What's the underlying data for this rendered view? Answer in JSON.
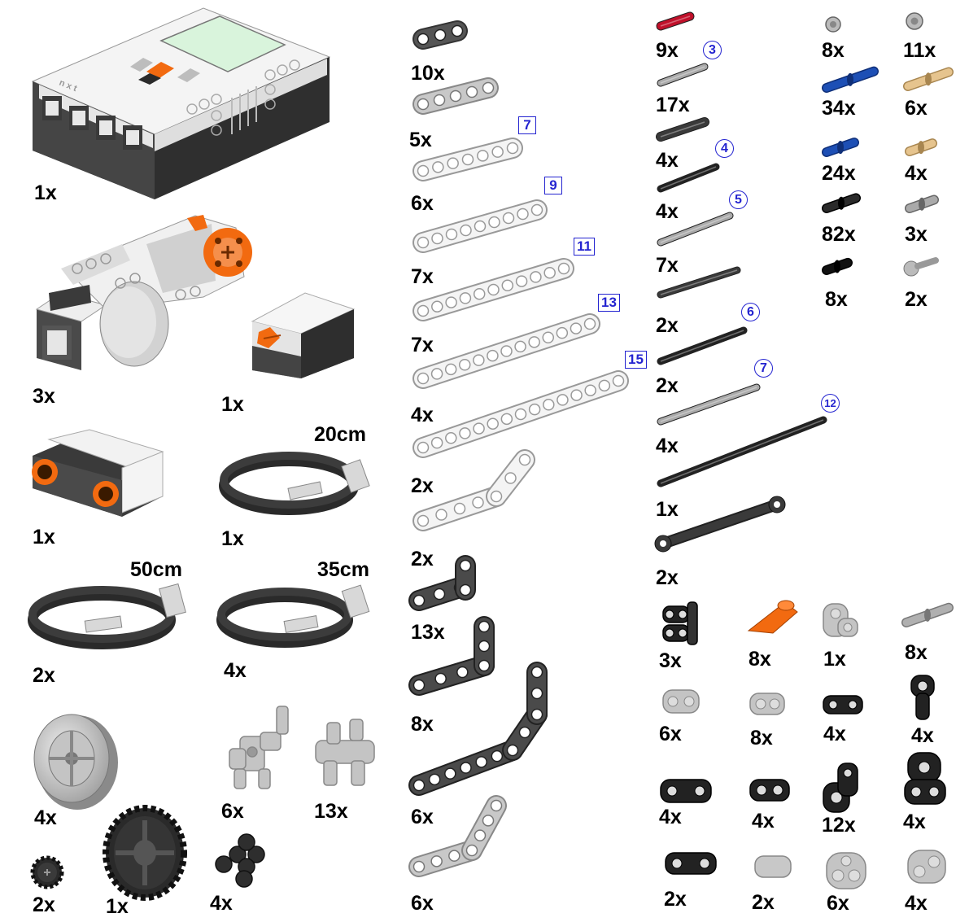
{
  "nxt_logo": "nxt",
  "quantities": [
    {
      "key": "nxt_brick",
      "label": "1x"
    },
    {
      "key": "servo_motor",
      "label": "3x"
    },
    {
      "key": "touch_sensor",
      "label": "1x"
    },
    {
      "key": "ultrasonic_sensor",
      "label": "1x"
    },
    {
      "key": "cable_20",
      "label": "1x"
    },
    {
      "key": "cable_50",
      "label": "2x"
    },
    {
      "key": "cable_35",
      "label": "4x"
    },
    {
      "key": "wheel_hub",
      "label": "4x"
    },
    {
      "key": "connector_3x",
      "label": "6x"
    },
    {
      "key": "connector_double",
      "label": "13x"
    },
    {
      "key": "gear_12",
      "label": "2x"
    },
    {
      "key": "gear_40",
      "label": "1x"
    },
    {
      "key": "cross_block_4",
      "label": "4x"
    },
    {
      "key": "beam_3",
      "label": "10x"
    },
    {
      "key": "beam_5",
      "label": "5x"
    },
    {
      "key": "beam_7",
      "label": "6x"
    },
    {
      "key": "beam_9",
      "label": "7x"
    },
    {
      "key": "beam_11",
      "label": "7x"
    },
    {
      "key": "beam_13",
      "label": "4x"
    },
    {
      "key": "beam_15",
      "label": "2x"
    },
    {
      "key": "beam_bent_white",
      "label": "2x"
    },
    {
      "key": "beam_l_small",
      "label": "13x"
    },
    {
      "key": "beam_l_large",
      "label": "8x"
    },
    {
      "key": "beam_bent_dark",
      "label": "6x"
    },
    {
      "key": "beam_bent_grey",
      "label": "6x"
    },
    {
      "key": "axle_2",
      "label": "9x"
    },
    {
      "key": "axle_3",
      "label": "17x"
    },
    {
      "key": "axle_pin_dark",
      "label": "4x"
    },
    {
      "key": "axle_4",
      "label": "4x"
    },
    {
      "key": "axle_5",
      "label": "7x"
    },
    {
      "key": "axle_black_short",
      "label": "2x"
    },
    {
      "key": "axle_6",
      "label": "2x"
    },
    {
      "key": "axle_7",
      "label": "4x"
    },
    {
      "key": "axle_12",
      "label": "1x"
    },
    {
      "key": "link_arm",
      "label": "2x"
    },
    {
      "key": "bush",
      "label": "8x"
    },
    {
      "key": "bush_half",
      "label": "11x"
    },
    {
      "key": "pin_blue_long",
      "label": "34x"
    },
    {
      "key": "pin_tan_long",
      "label": "6x"
    },
    {
      "key": "pin_blue",
      "label": "24x"
    },
    {
      "key": "pin_tan",
      "label": "4x"
    },
    {
      "key": "pin_black",
      "label": "82x"
    },
    {
      "key": "pin_grey",
      "label": "3x"
    },
    {
      "key": "pin_black_short",
      "label": "8x"
    },
    {
      "key": "ball_pin",
      "label": "2x"
    },
    {
      "key": "double_connector_cross",
      "label": "3x"
    },
    {
      "key": "orange_horn",
      "label": "8x"
    },
    {
      "key": "angle_connector_grey",
      "label": "1x"
    },
    {
      "key": "pin_axle_grey",
      "label": "8x"
    },
    {
      "key": "connector_block_grey",
      "label": "6x"
    },
    {
      "key": "connector_block_small_grey",
      "label": "8x"
    },
    {
      "key": "connector_black_small",
      "label": "4x"
    },
    {
      "key": "connector_t_black",
      "label": "4x"
    },
    {
      "key": "connector_block_black",
      "label": "4x"
    },
    {
      "key": "connector_block_black_small",
      "label": "4x"
    },
    {
      "key": "angle_connector_black",
      "label": "12x"
    },
    {
      "key": "connector_triple_black",
      "label": "4x"
    },
    {
      "key": "axle_joiner_black",
      "label": "2x"
    },
    {
      "key": "axle_joiner_grey",
      "label": "2x"
    },
    {
      "key": "connector_double_grey",
      "label": "6x"
    },
    {
      "key": "connector_perp_grey",
      "label": "4x"
    }
  ],
  "cable_lengths": [
    {
      "key": "cable_20",
      "label": "20cm"
    },
    {
      "key": "cable_50",
      "label": "50cm"
    },
    {
      "key": "cable_35",
      "label": "35cm"
    }
  ],
  "beam_lengths": [
    {
      "key": "beam_7",
      "label": "7"
    },
    {
      "key": "beam_9",
      "label": "9"
    },
    {
      "key": "beam_11",
      "label": "11"
    },
    {
      "key": "beam_13",
      "label": "13"
    },
    {
      "key": "beam_15",
      "label": "15"
    }
  ],
  "axle_lengths": [
    {
      "key": "axle_3",
      "label": "3"
    },
    {
      "key": "axle_4",
      "label": "4"
    },
    {
      "key": "axle_5",
      "label": "5"
    },
    {
      "key": "axle_6",
      "label": "6"
    },
    {
      "key": "axle_7",
      "label": "7"
    },
    {
      "key": "axle_12",
      "label": "12"
    }
  ],
  "colors": {
    "brick_white": "#f2f2f2",
    "dark_grey": "#4a4a4a",
    "light_grey": "#b8b8b8",
    "black": "#1c1c1c",
    "orange": "#f26a10",
    "blue": "#1d4fb5",
    "tan": "#e6c48e",
    "red": "#c0102a",
    "lcd_green": "#d9f4dc",
    "label_blue": "#2424d0"
  },
  "icons": [
    "nxt-brick-icon",
    "servo-motor-icon",
    "touch-sensor-icon",
    "ultrasonic-sensor-icon",
    "cable-icon",
    "wheel-hub-icon",
    "gear-icon",
    "beam-icon",
    "axle-icon",
    "pin-icon",
    "connector-icon"
  ]
}
